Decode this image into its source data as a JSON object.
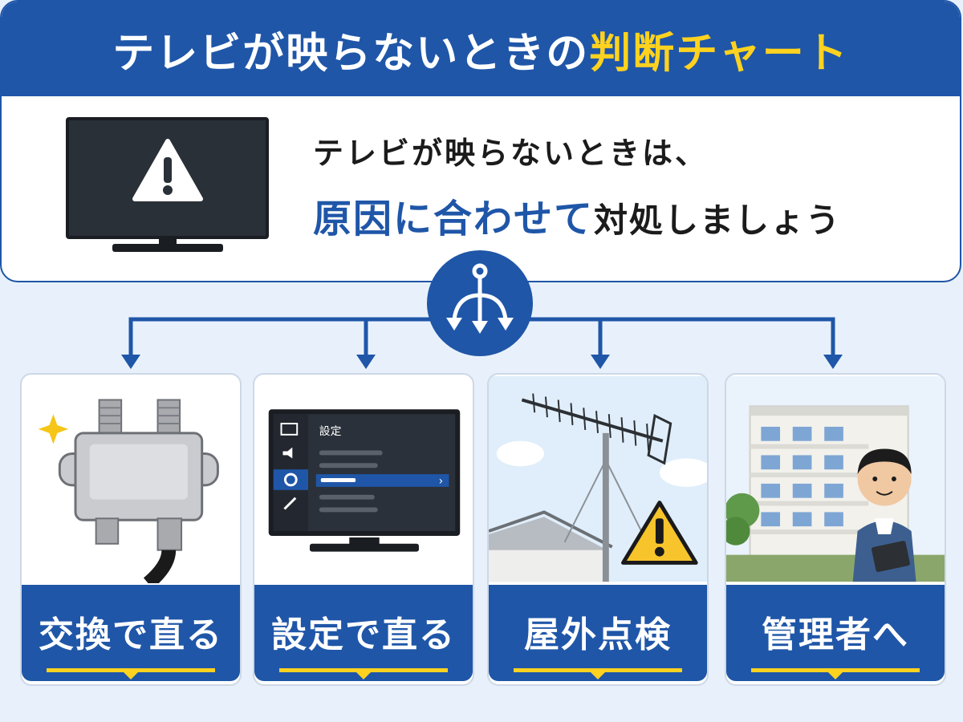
{
  "title": {
    "main": "テレビが映らないときの",
    "highlight": "判断チャート"
  },
  "message": {
    "line1": "テレビが映らないときは、",
    "line2_blue": "原因に合わせて",
    "line2_rest": "対処しましょう"
  },
  "icons": {
    "tv": "warning-tv-icon",
    "branch": "branch-arrows-icon"
  },
  "colors": {
    "primary": "#1f56a8",
    "accent": "#ffd21f",
    "background": "#e8f1fb"
  },
  "settings_screen": {
    "header": "設定",
    "selected_chevron": "›"
  },
  "cards": [
    {
      "label": "交換で直る",
      "image": "splitter-icon"
    },
    {
      "label": "設定で直る",
      "image": "tv-settings-icon"
    },
    {
      "label": "屋外点検",
      "image": "antenna-warning-icon"
    },
    {
      "label": "管理者へ",
      "image": "building-manager-icon"
    }
  ]
}
